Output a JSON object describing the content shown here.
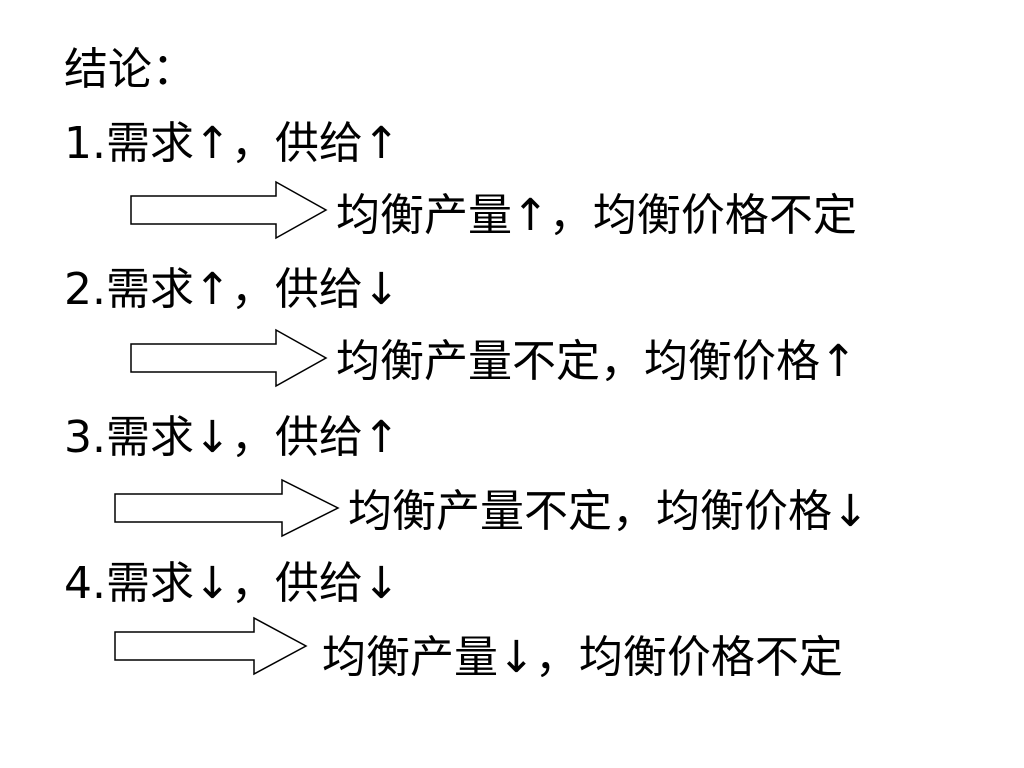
{
  "slide": {
    "heading": "结论：",
    "items": [
      {
        "number": "1.",
        "condition": "需求↑，供给↑",
        "result": "均衡产量↑，均衡价格不定"
      },
      {
        "number": "2.",
        "condition": "需求↑，供给↓",
        "result": "均衡产量不定，均衡价格↑"
      },
      {
        "number": "3.",
        "condition": "需求↓，供给↑",
        "result": "均衡产量不定，均衡价格↓"
      },
      {
        "number": "4.",
        "condition": "需求↓，供给↓",
        "result": "均衡产量↓，均衡价格不定"
      }
    ]
  }
}
